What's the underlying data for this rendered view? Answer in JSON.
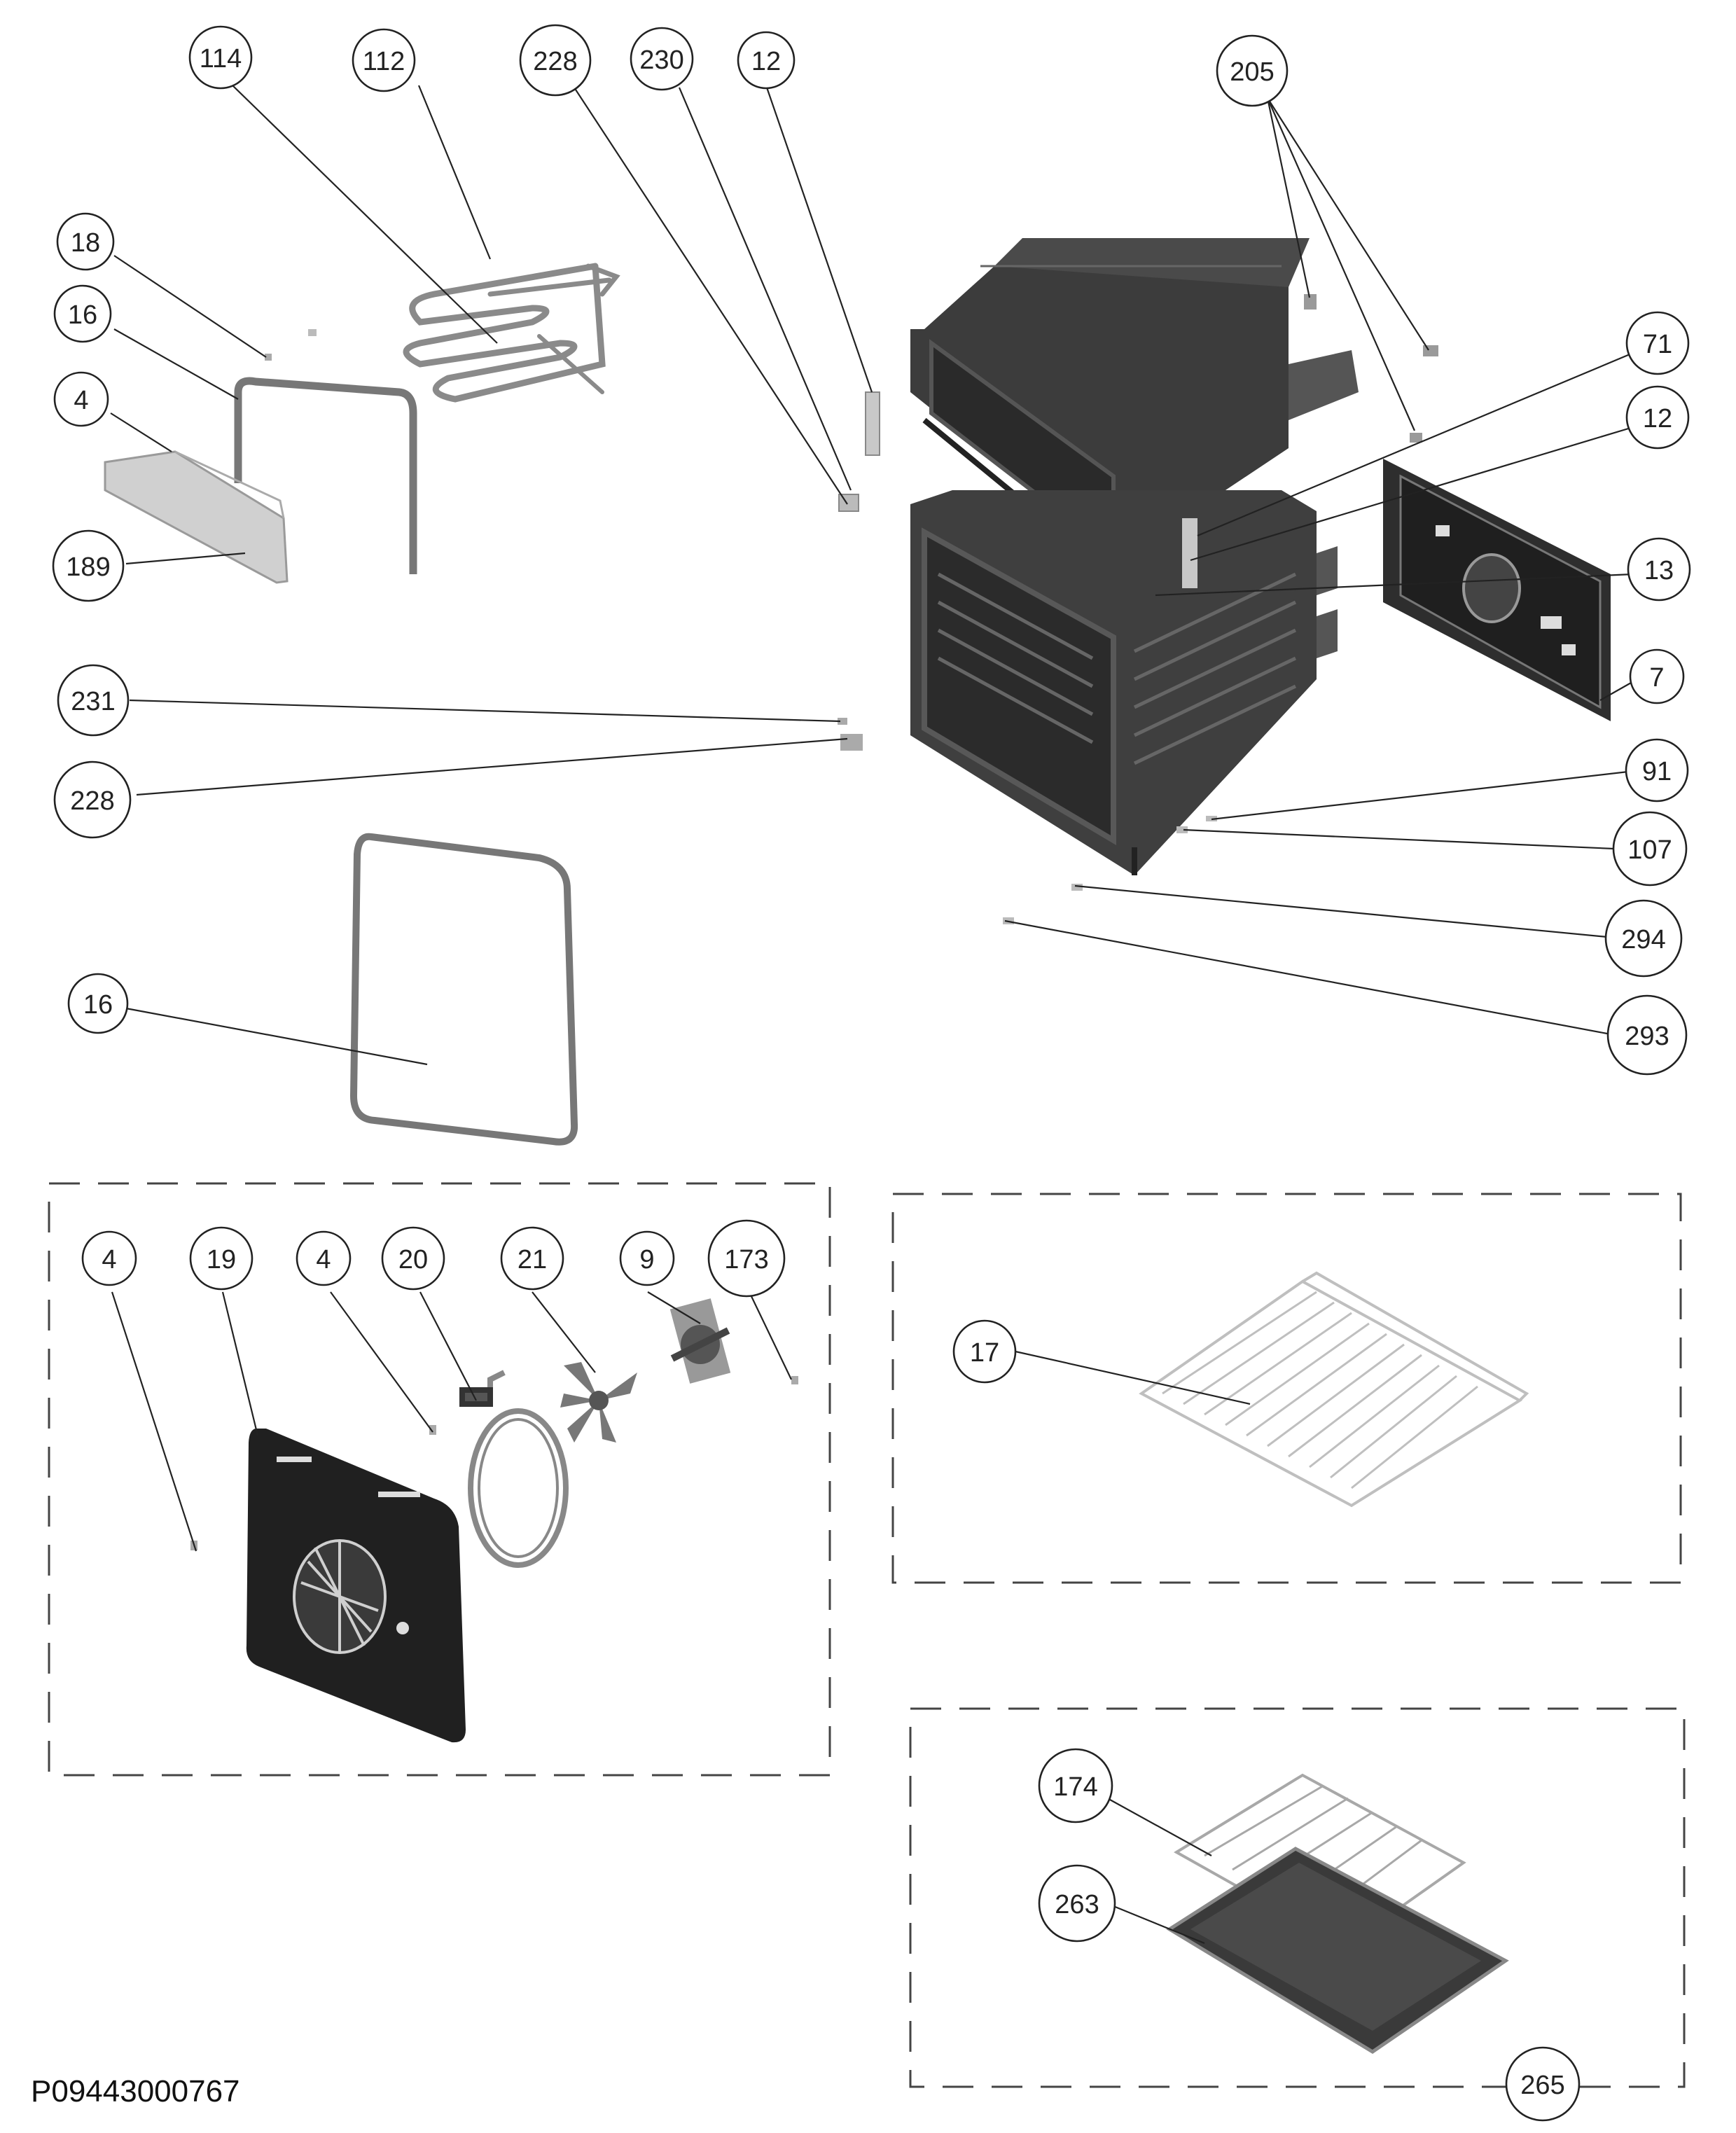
{
  "drawing_id": "P09443000767",
  "callouts": [
    {
      "label": "114"
    },
    {
      "label": "112"
    },
    {
      "label": "228"
    },
    {
      "label": "230"
    },
    {
      "label": "12"
    },
    {
      "label": "205"
    },
    {
      "label": "18"
    },
    {
      "label": "16"
    },
    {
      "label": "4"
    },
    {
      "label": "189"
    },
    {
      "label": "71"
    },
    {
      "label": "12"
    },
    {
      "label": "13"
    },
    {
      "label": "7"
    },
    {
      "label": "231"
    },
    {
      "label": "228"
    },
    {
      "label": "91"
    },
    {
      "label": "107"
    },
    {
      "label": "294"
    },
    {
      "label": "293"
    },
    {
      "label": "16"
    },
    {
      "label": "4"
    },
    {
      "label": "19"
    },
    {
      "label": "4"
    },
    {
      "label": "20"
    },
    {
      "label": "21"
    },
    {
      "label": "9"
    },
    {
      "label": "173"
    },
    {
      "label": "17"
    },
    {
      "label": "174"
    },
    {
      "label": "263"
    },
    {
      "label": "265"
    }
  ]
}
